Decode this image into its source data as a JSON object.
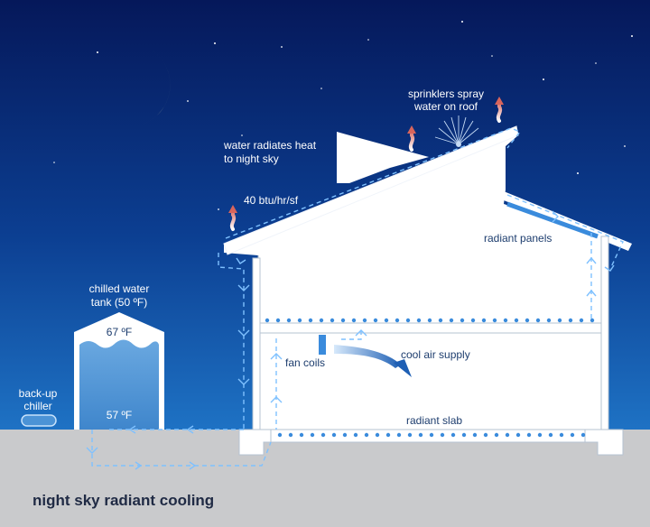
{
  "title": "night sky radiant cooling",
  "labels": {
    "sprinklers_line1": "sprinklers spray",
    "sprinklers_line2": "water on roof",
    "radiates_line1": "water radiates heat",
    "radiates_line2": "to night sky",
    "rate": "40 btu/hr/sf",
    "radiant_panels": "radiant panels",
    "tank_line1": "chilled water",
    "tank_line2": "tank (50 ºF)",
    "temp_top": "67 ºF",
    "temp_bottom": "57 ºF",
    "chiller_line1": "back-up",
    "chiller_line2": "chiller",
    "fan_coils": "fan coils",
    "cool_air": "cool air supply",
    "radiant_slab": "radiant slab"
  },
  "colors": {
    "sky_top": "#05185a",
    "sky_bottom": "#1e72c4",
    "ground": "#c9cacc",
    "water": "#4b93d6",
    "moon": "#f3eeb0",
    "flow": "#7fc1ff"
  },
  "icons": [
    "crescent-moon-icon",
    "steam-arrow-icon",
    "sprinkler-icon",
    "airflow-arrow-icon"
  ]
}
